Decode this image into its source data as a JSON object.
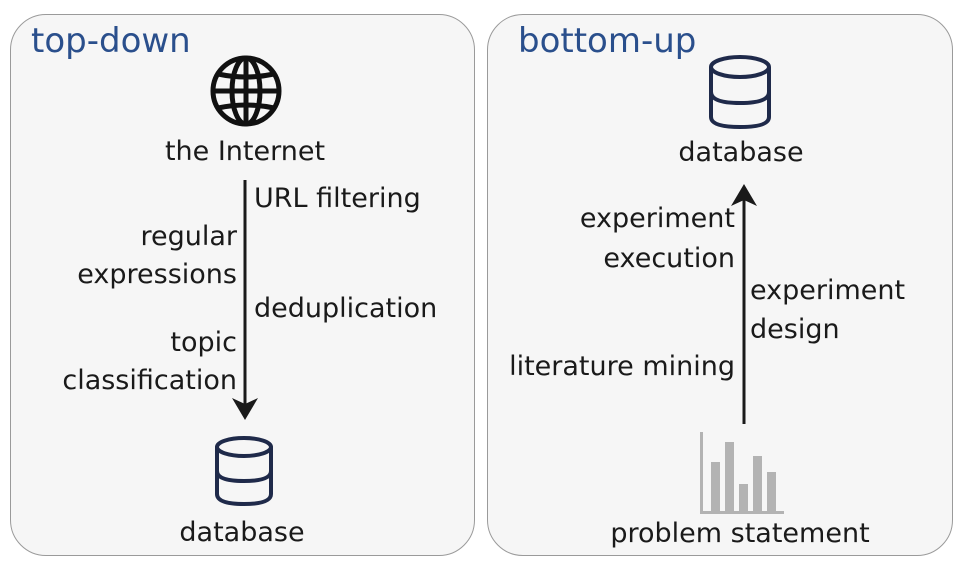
{
  "panels": {
    "top_down": {
      "title": "top-down",
      "source_label": "the Internet",
      "target_label": "database",
      "steps_right": [
        "URL filtering",
        "deduplication"
      ],
      "steps_left": [
        {
          "line1": "regular",
          "line2": "expressions"
        },
        {
          "line1": "topic",
          "line2": "classification"
        }
      ],
      "source_icon": "globe-icon",
      "target_icon": "database-icon"
    },
    "bottom_up": {
      "title": "bottom-up",
      "source_label": "problem statement",
      "target_label": "database",
      "steps_left": [
        {
          "line1": "experiment",
          "line2": "execution"
        },
        {
          "line1": "literature mining",
          "line2": ""
        }
      ],
      "steps_right": [
        {
          "line1": "experiment",
          "line2": "design"
        }
      ],
      "source_icon": "bar-chart-icon",
      "target_icon": "database-icon"
    }
  },
  "colors": {
    "title": "#2a4f8c",
    "database_icon": "#1f2a4a",
    "panel_bg": "#f6f6f6",
    "panel_border": "#9a9a9a",
    "chart_icon": "#b3b3b3",
    "arrow": "#1a1a1a"
  }
}
